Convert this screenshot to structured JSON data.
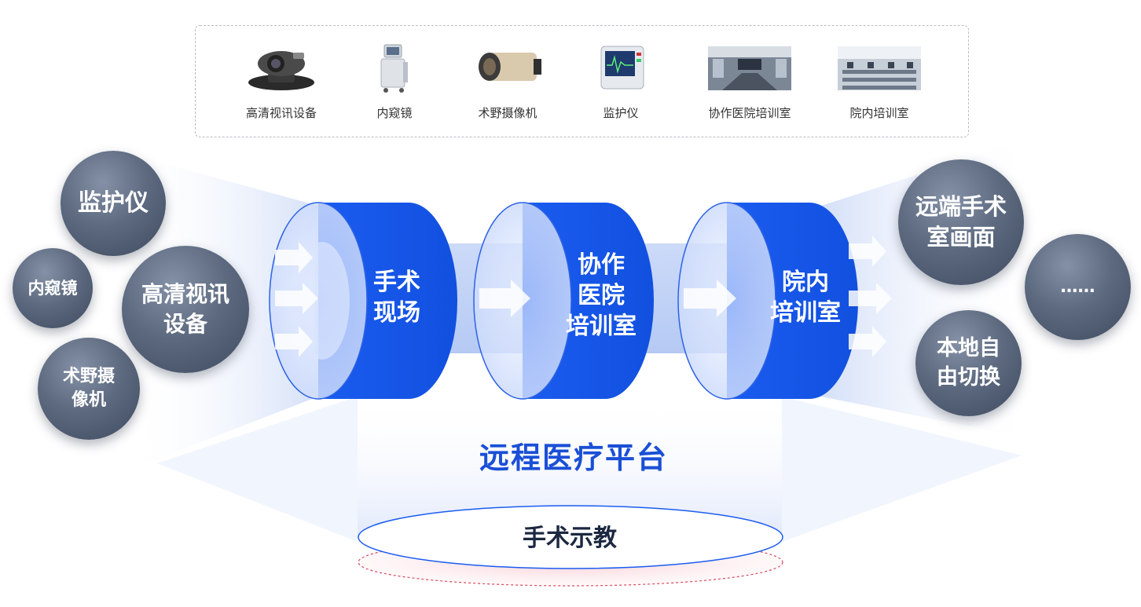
{
  "devices": [
    {
      "label": "高清视讯设备",
      "icon": "video-conference-camera-icon"
    },
    {
      "label": "内窥镜",
      "icon": "endoscope-icon"
    },
    {
      "label": "术野摄像机",
      "icon": "surgical-camera-icon"
    },
    {
      "label": "监护仪",
      "icon": "patient-monitor-icon"
    },
    {
      "label": "协作医院培训室",
      "icon": "meeting-room-photo-icon"
    },
    {
      "label": "院内培训室",
      "icon": "training-room-photo-icon"
    }
  ],
  "left_sources": {
    "monitor": "监护仪",
    "endoscope": "内窥镜",
    "hd_video": "高清视讯\n设备",
    "surgical_camera": "术野摄\n像机"
  },
  "stages": {
    "surgery_site": "手术\n现场",
    "partner_hospital": "协作\n医院\n培训室",
    "internal_training": "院内\n培训室"
  },
  "right_outputs": {
    "remote_view": "远端手术\n室画面",
    "more": "……",
    "local_switch": "本地自\n由切换"
  },
  "platform_title": "远程医疗平台",
  "base_label": "手术示教",
  "colors": {
    "primary_blue": "#1a5cf0",
    "dark_blue": "#0e45c9",
    "bubble_gray": "#56637a",
    "title_blue": "#1a4fd6"
  }
}
